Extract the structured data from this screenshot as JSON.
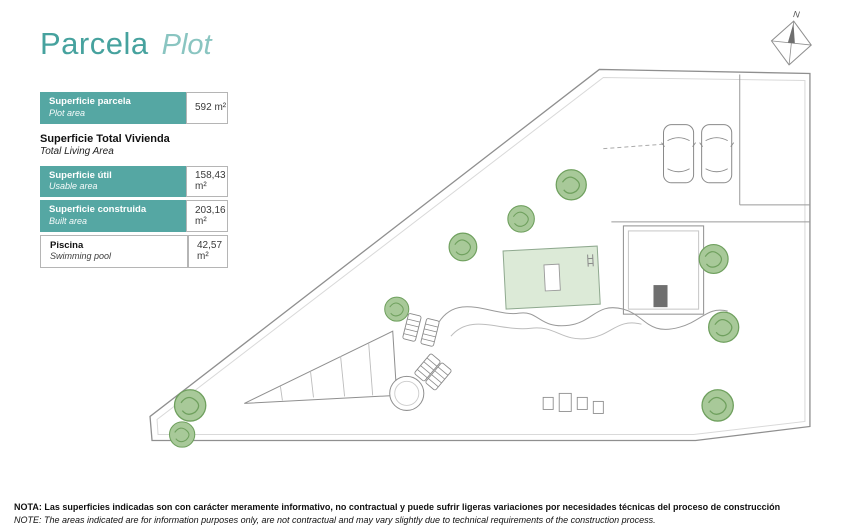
{
  "header": {
    "title": "Parcela",
    "subtitle": "Plot"
  },
  "compass": {
    "label": "N"
  },
  "areas": {
    "plot": {
      "label_es": "Superficie parcela",
      "label_en": "Plot area",
      "value": "592 m²"
    },
    "section": {
      "title_es": "Superficie Total Vivienda",
      "title_en": "Total Living Area"
    },
    "usable": {
      "label_es": "Superficie útil",
      "label_en": "Usable area",
      "value": "158,43 m²"
    },
    "built": {
      "label_es": "Superficie construida",
      "label_en": "Built area",
      "value": "203,16 m²"
    },
    "pool": {
      "label_es": "Piscina",
      "label_en": "Swimming pool",
      "value": "42,57 m²"
    }
  },
  "notes": {
    "es": "NOTA: Las superficies indicadas son con carácter meramente informativo, no contractual y puede sufrir ligeras variaciones por necesidades técnicas del proceso de construcción",
    "en": "NOTE: The areas indicated are for information purposes only, are not contractual and may vary slightly due to technical requirements of the construction process."
  },
  "colors": {
    "teal": "#55a7a3",
    "teal_light": "#8ac5c1",
    "tree_green": "#a8c999",
    "pool_fill": "#dcead7",
    "line_gray": "#8f8f8f"
  }
}
